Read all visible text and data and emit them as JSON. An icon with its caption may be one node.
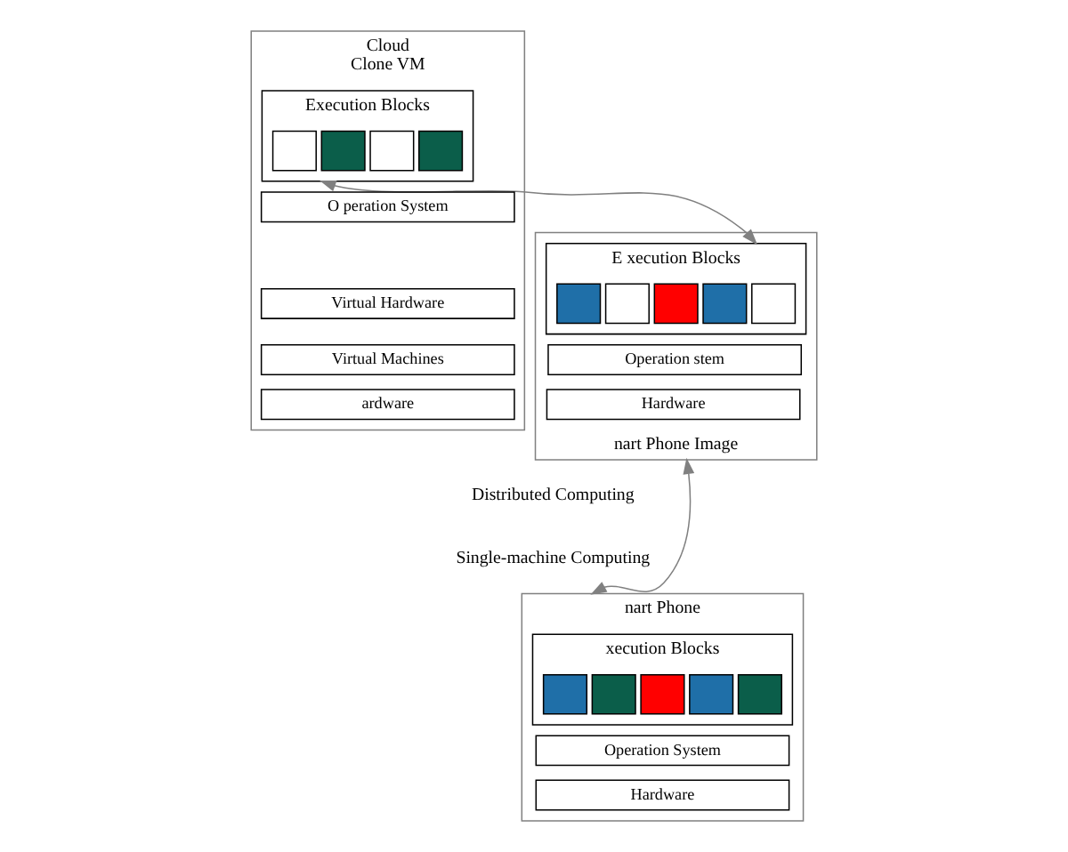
{
  "diagram": {
    "nodes": [
      {
        "text": [
          "nart Phone Image"
        ]
      },
      {
        "text": [
          "E xecution Blocks"
        ],
        "in": 0
      },
      {
        "text": [],
        "shape": "box",
        "in": 1
      },
      {
        "text": [],
        "shape": "box",
        "in": 1
      },
      {
        "text": [],
        "shape": "box",
        "in": 1
      },
      {
        "text": [],
        "shape": "box",
        "in": 1
      },
      {
        "text": [],
        "shape": "box",
        "in": 1
      },
      {
        "text": [
          "Operation stem"
        ],
        "in": 0
      },
      {
        "text": [
          "Hardware"
        ],
        "in": 0
      },
      {
        "text": [
          "Cloud",
          "Clone VM"
        ]
      },
      {
        "text": [
          "Execution Blocks"
        ],
        "in": 9
      },
      {
        "text": [],
        "shape": "box",
        "in": 10
      },
      {
        "text": [],
        "shape": "box",
        "in": 10
      },
      {
        "text": [],
        "shape": "box",
        "in": 10
      },
      {
        "text": [],
        "shape": "box",
        "in": 10
      },
      {
        "text": [
          "O peration System"
        ],
        "in": 9
      },
      {
        "text": [
          "Virtual Hardware"
        ],
        "in": 9
      },
      {
        "text": [
          "Virtual Machines"
        ],
        "in": 9
      },
      {
        "text": [
          "ardware"
        ],
        "in": 9
      },
      {
        "text": [
          "nart Phone"
        ]
      },
      {
        "text": [
          "xecution Blocks"
        ],
        "in": 19
      },
      {
        "text": [],
        "shape": "box",
        "in": 20
      },
      {
        "text": [],
        "shape": "box",
        "in": 20
      },
      {
        "text": [],
        "shape": "box",
        "in": 20
      },
      {
        "text": [],
        "shape": "box",
        "in": 20
      },
      {
        "text": [],
        "shape": "box",
        "in": 20
      },
      {
        "text": [
          "Operation System"
        ],
        "in": 19
      },
      {
        "text": [
          "Hardware"
        ],
        "in": 19
      }
    ],
    "edges": [
      {
        "from": 1,
        "to": 10,
        "arrow": "both",
        "color": "#808080"
      },
      {
        "from": 0,
        "to": 19,
        "arrow": "both",
        "color": "#808080"
      }
    ],
    "labels": [
      "Distributed Computing",
      "Single-machine Computing"
    ]
  }
}
